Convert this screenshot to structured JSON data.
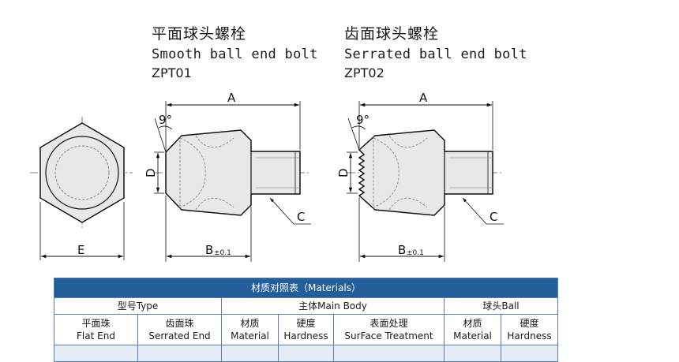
{
  "smooth": {
    "title_cn": "平面球头螺栓",
    "title_en": "Smooth ball end bolt",
    "code": "ZPT01"
  },
  "serrated": {
    "title_cn": "齿面球头螺栓",
    "title_en": "Serrated ball end bolt",
    "code": "ZPT02"
  },
  "dims": {
    "A": "A",
    "B": "B",
    "tol": "±0.1",
    "C": "C",
    "D": "D",
    "E": "E",
    "angle": "9°"
  },
  "table": {
    "caption": "材质对照表（Materials）",
    "groups": {
      "type": "型号Type",
      "body": "主体Main Body",
      "ball": "球头Ball"
    },
    "columns": [
      {
        "cn": "平面珠",
        "en": "Flat End"
      },
      {
        "cn": "齿面珠",
        "en": "Serrated End"
      },
      {
        "cn": "材质",
        "en": "Material"
      },
      {
        "cn": "硬度",
        "en": "Hardness"
      },
      {
        "cn": "表面处理",
        "en": "SurFace Treatment"
      },
      {
        "cn": "材质",
        "en": "Material"
      },
      {
        "cn": "硬度",
        "en": "Hardness"
      }
    ]
  }
}
